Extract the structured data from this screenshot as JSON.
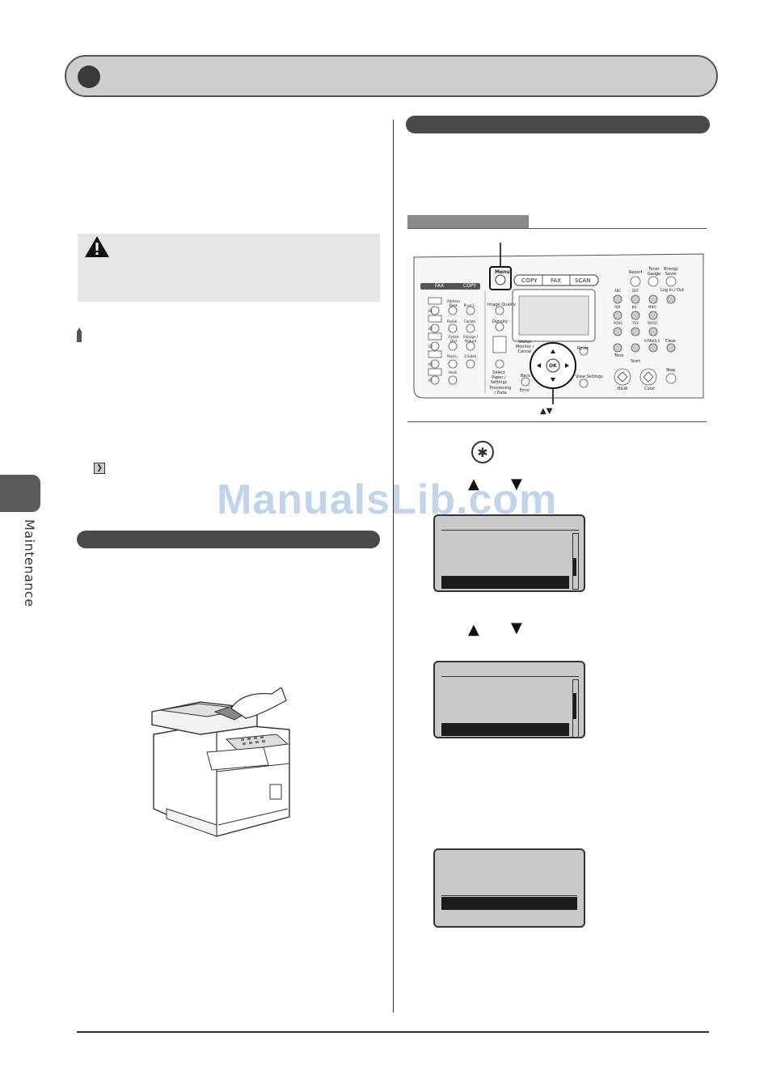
{
  "page": {
    "side_tab_label": "Maintenance",
    "watermark": "ManualsLib.com"
  },
  "control_panel": {
    "mode_buttons": [
      "COPY",
      "FAX",
      "SCAN"
    ],
    "left_tabs": [
      "FAX",
      "COPY"
    ],
    "labels": {
      "menu": "Menu",
      "report": "Report",
      "toner_gauge": "Toner Gauge",
      "energy_saver": "Energy Saver",
      "log_in_out": "Log In / Out",
      "image_quality": "Image Quality",
      "density": "Density",
      "status_monitor": "Status Monitor / Cancel",
      "reset": "Reset",
      "select_paper": "Select Paper / Settings",
      "back": "Back",
      "processing_data": "Processing / Data",
      "error": "Error",
      "view_settings": "View Settings",
      "clear": "Clear",
      "tone": "Tone",
      "start": "Start",
      "stop": "Stop",
      "bw": "B&W",
      "color": "Color",
      "ok": "OK",
      "address_book": "Address Book",
      "coded_dial": "Coded Dial",
      "redial": "Redial",
      "pause": "Pause",
      "hook": "Hook",
      "n_on_1": "N on 1",
      "collate": "Collate",
      "enlarge_reduce": "Enlarge / Reduce",
      "two_sided": "2-Sided"
    },
    "keypad": [
      "ABC",
      "DEF",
      "GHI",
      "JKL",
      "MNO",
      "PQRS",
      "TUV",
      "WXYZ",
      "SYMBOLS"
    ],
    "one_touch": [
      "01",
      "02",
      "03",
      "04",
      "05"
    ],
    "nav_caption": "▲▼"
  },
  "steps": {
    "up_arrow": "▲",
    "down_arrow": "▼"
  }
}
